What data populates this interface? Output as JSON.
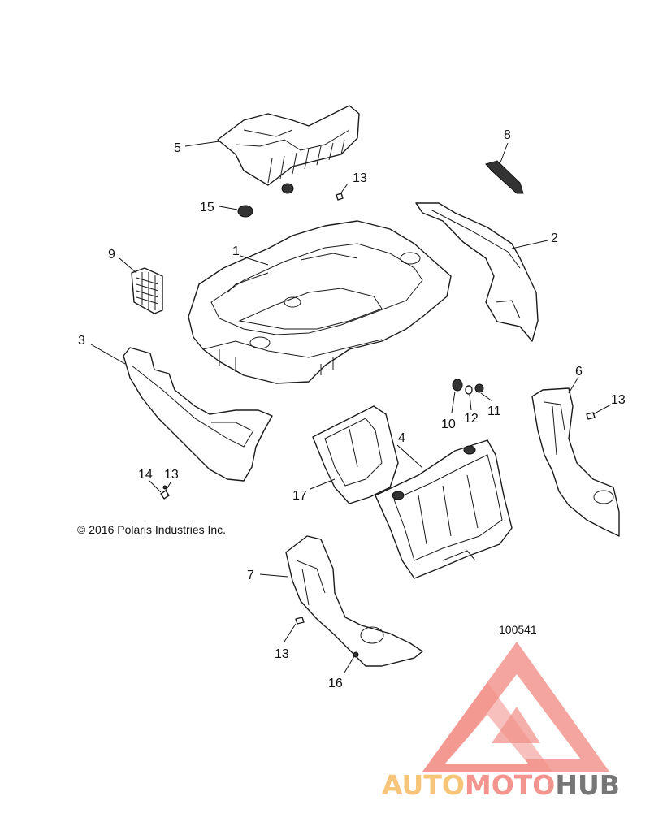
{
  "diagram": {
    "copyright": "© 2016 Polaris Industries Inc.",
    "figure_number": "100541",
    "callouts": [
      "1",
      "2",
      "3",
      "4",
      "5",
      "6",
      "7",
      "8",
      "9",
      "10",
      "11",
      "12",
      "13",
      "13",
      "13",
      "13",
      "14",
      "15",
      "16",
      "17"
    ]
  },
  "watermark": {
    "text_part1": "AUTO",
    "text_part2": "MOTO",
    "text_part3": "HUB",
    "colors": {
      "primary": "#f07a72",
      "secondary": "#f4b24e",
      "dark": "#555555"
    }
  }
}
